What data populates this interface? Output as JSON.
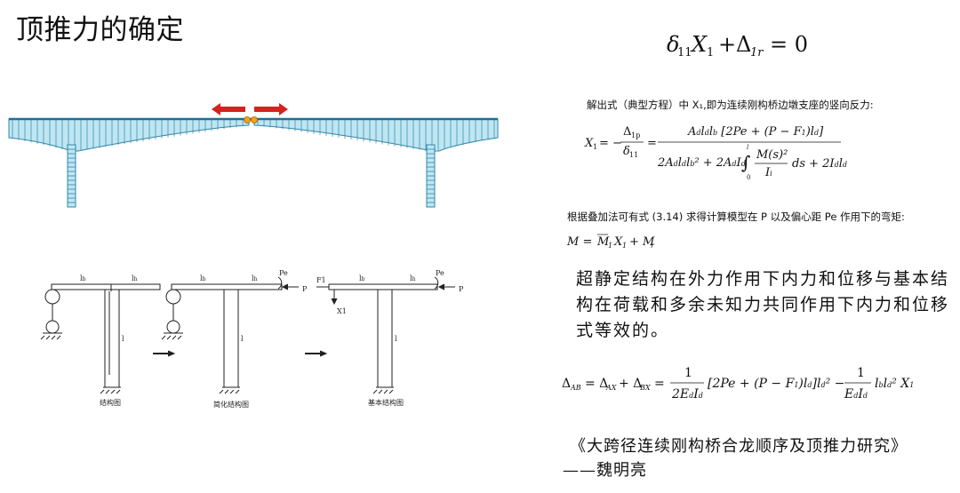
{
  "title": "顶推力的确定",
  "equation_main": {
    "lhs1": "δ",
    "lhs1_sub": "11",
    "x": "X",
    "x_sub": "1",
    "plus": "+",
    "delta": "Δ",
    "delta_sub": "1r",
    "eq": "= 0"
  },
  "note_solve": "解出式（典型方程）中 X₁,即为连续刚构桥边墩支座的竖向反力:",
  "note_superposition": "根据叠加法可有式 (3.14) 求得计算模型在 P 以及偏心距 Pe 作用下的弯矩:",
  "conclusion": "超静定结构在外力作用下内力和位移与基本结构在荷载和多余未知力共同作用下内力和位移式等效的。",
  "reference": {
    "title": "《大跨径连续刚构桥合龙顺序及顶推力研究》",
    "author": "——魏明亮"
  },
  "diagram_labels": {
    "structure": "结构图",
    "simplified": "简化结构图",
    "basic": "基本结构图",
    "lb": "l",
    "lb_sub": "b",
    "lh": "l",
    "lh_sub": "h",
    "pe": "Pe",
    "p": "P",
    "f1": "F1",
    "x1": "X1",
    "pier": "l"
  },
  "colors": {
    "girder_fill": "#bfe6f2",
    "girder_line": "#2f86a8",
    "arrow": "#d6211f",
    "hinge": "#f5a21b"
  }
}
